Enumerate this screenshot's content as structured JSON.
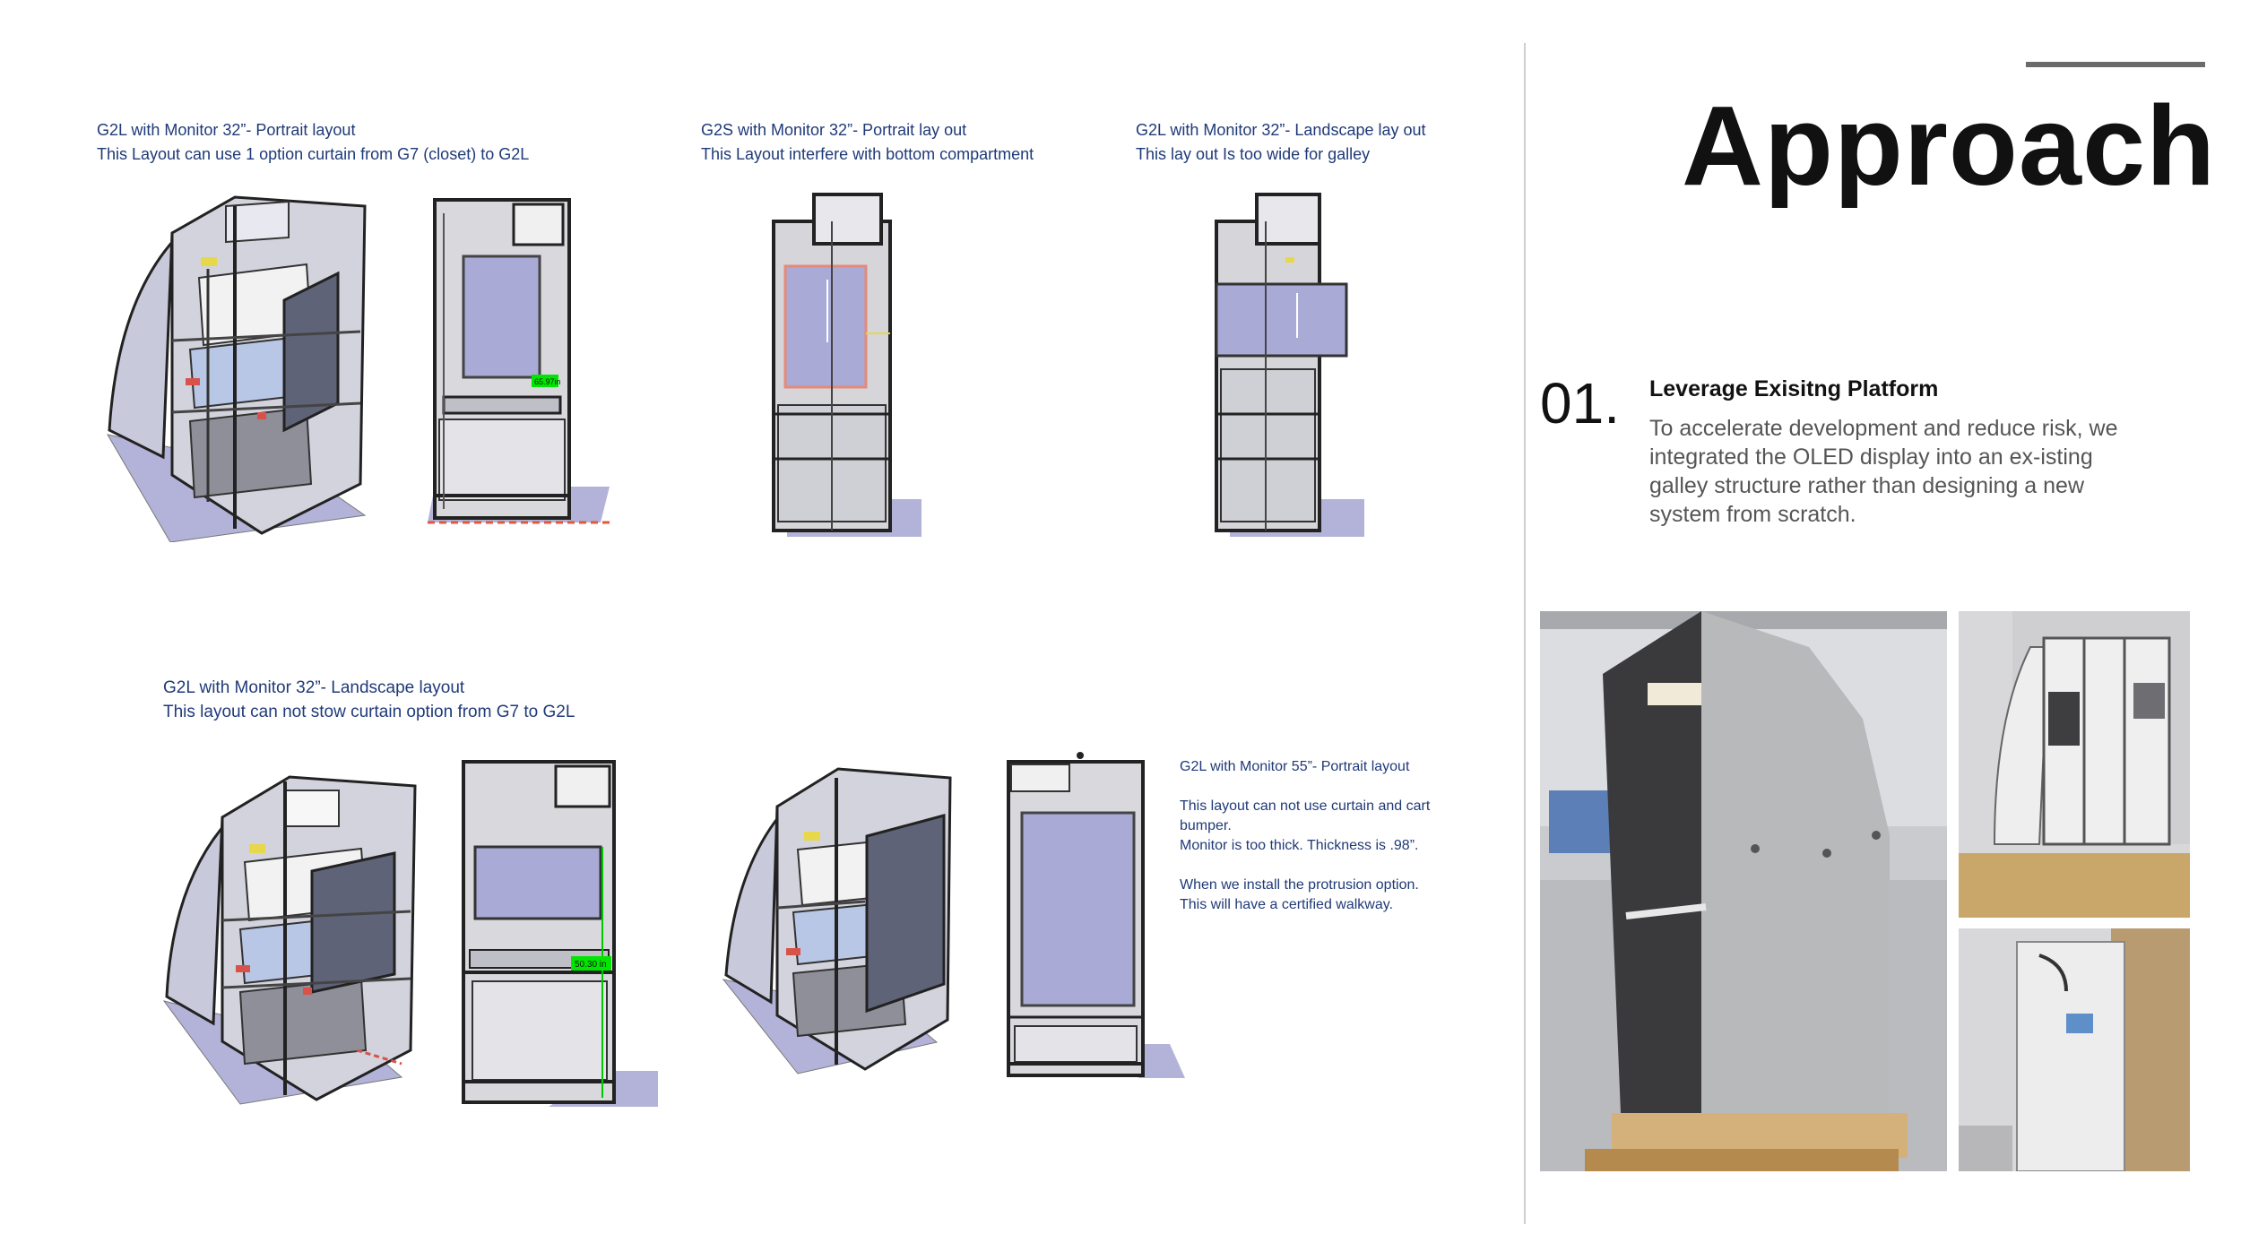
{
  "captions": {
    "c1": {
      "line1": "G2L with Monitor 32”- Portrait layout",
      "line2": "This Layout can use 1 option curtain from G7 (closet) to G2L"
    },
    "c2": {
      "line1": "G2S with Monitor 32”- Portrait lay out",
      "line2": "This Layout interfere with bottom compartment"
    },
    "c3": {
      "line1": "G2L with Monitor 32”- Landscape lay out",
      "line2": "This lay out Is too wide for galley"
    },
    "c4": {
      "line1": "G2L with Monitor 32”- Landscape layout",
      "line2": "This layout can not stow curtain option from G7 to G2L"
    },
    "c5": {
      "title": "G2L with Monitor 55”- Portrait layout",
      "para1": "This layout can not use curtain and cart bumper.",
      "para1b": "Monitor is too thick. Thickness is .98”.",
      "para2": "When we install the protrusion option.",
      "para2b": "This will have a certified walkway."
    }
  },
  "dims": {
    "d1": "65.97in",
    "d2": "50.30 in"
  },
  "approach": {
    "title": "Approach",
    "number": "01.",
    "heading": "Leverage Exisitng Platform",
    "body": "To accelerate development and reduce risk, we integrated the OLED display into an ex-isting galley structure rather than designing a new system from scratch."
  },
  "colors": {
    "caption": "#1f3a78",
    "monitor": "#a9aad6",
    "highlight": "#00e600",
    "floor": "#b3b3d9"
  }
}
